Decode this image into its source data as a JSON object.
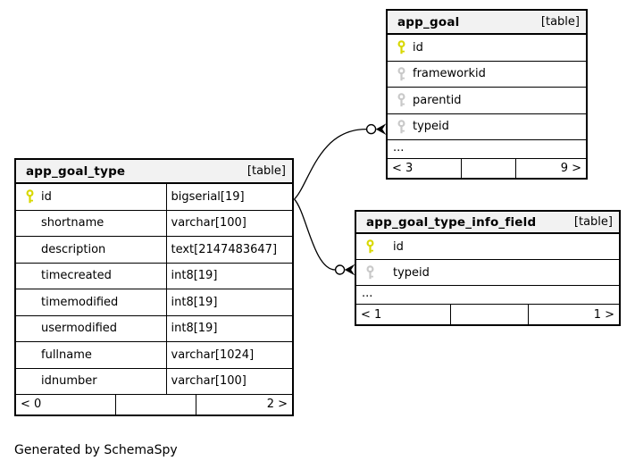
{
  "footer_note": "Generated by SchemaSpy",
  "colors": {
    "header_bg": "#f2f2f2",
    "pk_key": "#d8d800",
    "fk_key": "#c9c9c9",
    "border": "#000000"
  },
  "tables": {
    "app_goal_type": {
      "title": "app_goal_type",
      "tag": "[table]",
      "rows": [
        {
          "name": "id",
          "type": "bigserial[19]",
          "key": "primary"
        },
        {
          "name": "shortname",
          "type": "varchar[100]",
          "key": "none"
        },
        {
          "name": "description",
          "type": "text[2147483647]",
          "key": "none"
        },
        {
          "name": "timecreated",
          "type": "int8[19]",
          "key": "none"
        },
        {
          "name": "timemodified",
          "type": "int8[19]",
          "key": "none"
        },
        {
          "name": "usermodified",
          "type": "int8[19]",
          "key": "none"
        },
        {
          "name": "fullname",
          "type": "varchar[1024]",
          "key": "none"
        },
        {
          "name": "idnumber",
          "type": "varchar[100]",
          "key": "none"
        }
      ],
      "footer": {
        "left": "< 0",
        "middle": "",
        "right": "2 >"
      }
    },
    "app_goal": {
      "title": "app_goal",
      "tag": "[table]",
      "rows": [
        {
          "name": "id",
          "key": "primary"
        },
        {
          "name": "frameworkid",
          "key": "foreign"
        },
        {
          "name": "parentid",
          "key": "foreign"
        },
        {
          "name": "typeid",
          "key": "foreign"
        }
      ],
      "ellipsis": "...",
      "footer": {
        "left": "< 3",
        "middle": "",
        "right": "9 >"
      }
    },
    "app_goal_type_info_field": {
      "title": "app_goal_type_info_field",
      "tag": "[table]",
      "rows": [
        {
          "name": "id",
          "key": "primary"
        },
        {
          "name": "typeid",
          "key": "foreign"
        }
      ],
      "ellipsis": "...",
      "footer": {
        "left": "< 1",
        "middle": "",
        "right": "1 >"
      }
    }
  },
  "relationships": [
    {
      "from": "app_goal_type.id",
      "to": "app_goal.typeid"
    },
    {
      "from": "app_goal_type.id",
      "to": "app_goal_type_info_field.typeid"
    }
  ]
}
